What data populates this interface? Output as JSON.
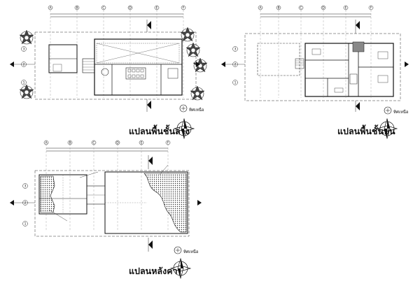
{
  "plans": [
    {
      "id": "ground",
      "title": "แปลนพื้นชั้นล่าง",
      "north_label": "ทิศเหนือ",
      "grid_row_labels": [
        "3",
        "2",
        "1"
      ],
      "grid_col_labels": [
        "A",
        "B",
        "C",
        "D",
        "E",
        "F"
      ]
    },
    {
      "id": "upper",
      "title": "แปลนพื้นชั้นบน",
      "north_label": "ทิศเหนือ",
      "grid_row_labels": [
        "3",
        "2",
        "1"
      ],
      "grid_col_labels": [
        "A",
        "B",
        "C",
        "D",
        "E",
        "F"
      ]
    },
    {
      "id": "roof",
      "title": "แปลนหลังคา",
      "north_label": "ทิศเหนือ",
      "grid_row_labels": [
        "3",
        "2",
        "1"
      ],
      "grid_col_labels": [
        "A",
        "B",
        "C",
        "D",
        "E",
        "F"
      ]
    }
  ],
  "colors": {
    "line": "#1a1a1a",
    "light_line": "#555555",
    "hatch": "#333333",
    "paper": "#ffffff"
  }
}
